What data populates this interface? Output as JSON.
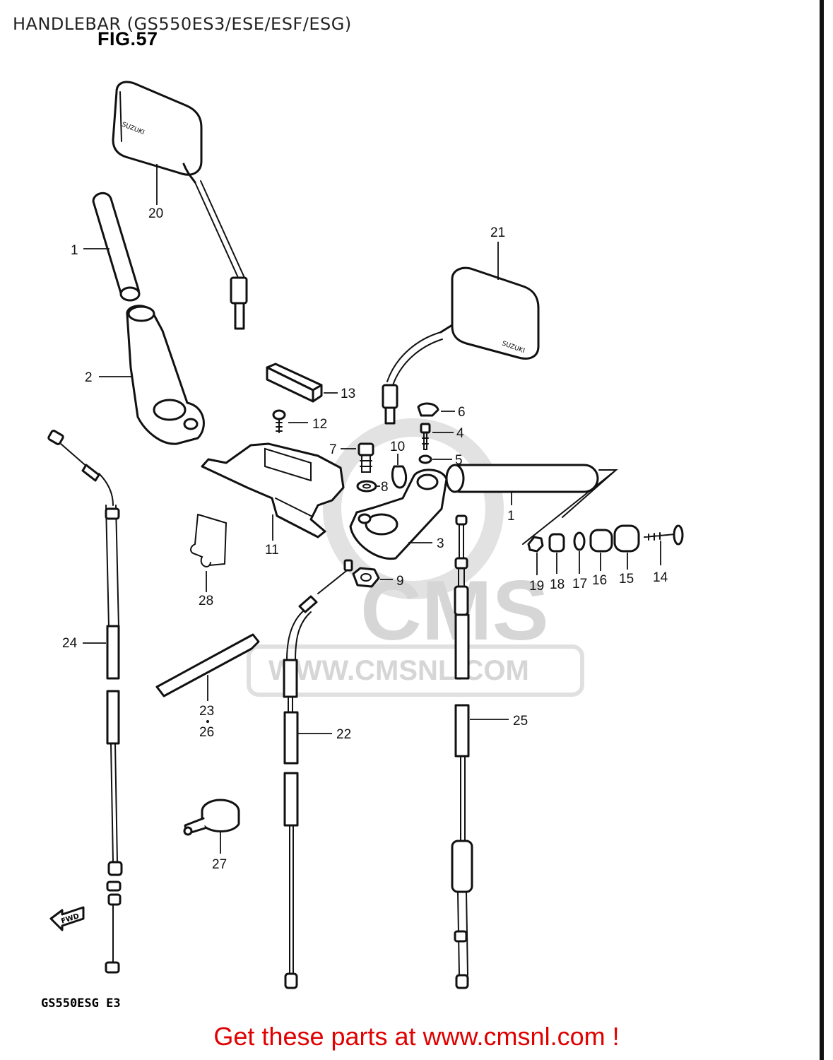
{
  "header": {
    "title": "HANDLEBAR (GS550ES3/ESE/ESF/ESG)",
    "figure": "FIG.57"
  },
  "diagram": {
    "model_code": "GS550ESG  E3",
    "mirror_brand": "SUZUKI",
    "fwd_label": "FWD",
    "callouts": [
      "20",
      "1",
      "21",
      "2",
      "13",
      "12",
      "6",
      "4",
      "7",
      "10",
      "5",
      "8",
      "1",
      "11",
      "3",
      "19",
      "18",
      "17",
      "16",
      "15",
      "14",
      "28",
      "9",
      "24",
      "23",
      "26",
      "22",
      "25",
      "27"
    ]
  },
  "watermark": {
    "brand": "CMS",
    "url": "WWW.CMSNL.COM"
  },
  "footer": {
    "cta": "Get these parts at www.cmsnl.com !"
  },
  "colors": {
    "cta": "#e00000",
    "line": "#111111",
    "watermark": "#d6d6d6"
  }
}
